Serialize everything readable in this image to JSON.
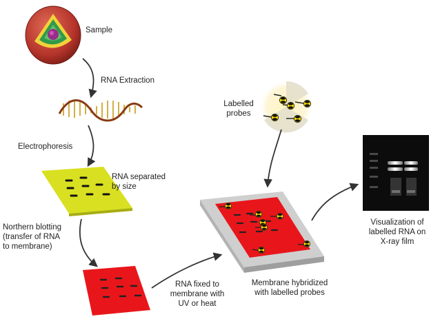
{
  "labels": {
    "sample": "Sample",
    "rna_extraction": "RNA Extraction",
    "electrophoresis": "Electrophoresis",
    "rna_separated": [
      "RNA separated",
      "by size"
    ],
    "northern_blotting": [
      "Northern blotting",
      "(transfer of RNA",
      "to membrane)"
    ],
    "rna_fixed": [
      "RNA fixed to",
      "membrane with",
      "UV or heat"
    ],
    "labelled_probes": [
      "Labelled",
      "probes"
    ],
    "membrane_hybridized": [
      "Membrane hybridized",
      "with labelled probes"
    ],
    "visualization": [
      "Visualization of",
      "labelled RNA on",
      "X-ray film"
    ]
  },
  "colors": {
    "gel": "#d9e021",
    "membrane": "#e8161b",
    "tray": "#c9c9c9",
    "cell_outer": "#b5342b",
    "film": "#0c0c0c",
    "arrow": "#333333"
  }
}
